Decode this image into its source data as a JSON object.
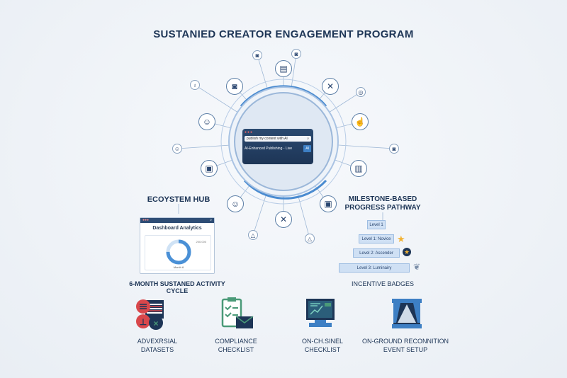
{
  "title": "SUSTANIED CREATOR ENGAGEMENT PROGRAM",
  "hub": {
    "search_text": "publish my content with AI",
    "live_label": "AI-Enhanced Publishing - Live",
    "ai_badge": "AI"
  },
  "ecosystem": {
    "label": "ECOYSTEM HUB",
    "dashboard_title": "Dashboard Analytics",
    "metric": "200.000",
    "month": "Month 6",
    "progress": 0.75,
    "cycle_label": "6-MONTH SUSTANED ACTIVITY CYCLE"
  },
  "milestones": {
    "label_line1": "MILESTONE-BASED",
    "label_line2": "PROGRESS PATHWAY",
    "levels": [
      "Level 1",
      "Level 1: Novice",
      "Level 2: Ascender",
      "Level 3: Luminairy"
    ],
    "badges_label": "INCENTIVE BADGES"
  },
  "bottom": [
    {
      "line1": "ADVEXRSIAL",
      "line2": "DATASETS",
      "icon": "dataset-stack-icon"
    },
    {
      "line1": "COMPLIANCE",
      "line2": "CHECKLIST",
      "icon": "clipboard-checklist-icon"
    },
    {
      "line1": "ON-CH.SINEL",
      "line2": "CHECKLIST",
      "icon": "monitor-chart-icon"
    },
    {
      "line1": "ON-GROUND RECONNITION",
      "line2": "EVENT SETUP",
      "icon": "stage-icon"
    }
  ],
  "colors": {
    "navy": "#1d3556",
    "accent": "#3d7fc4",
    "red": "#d9474b",
    "green": "#4a9a78"
  }
}
